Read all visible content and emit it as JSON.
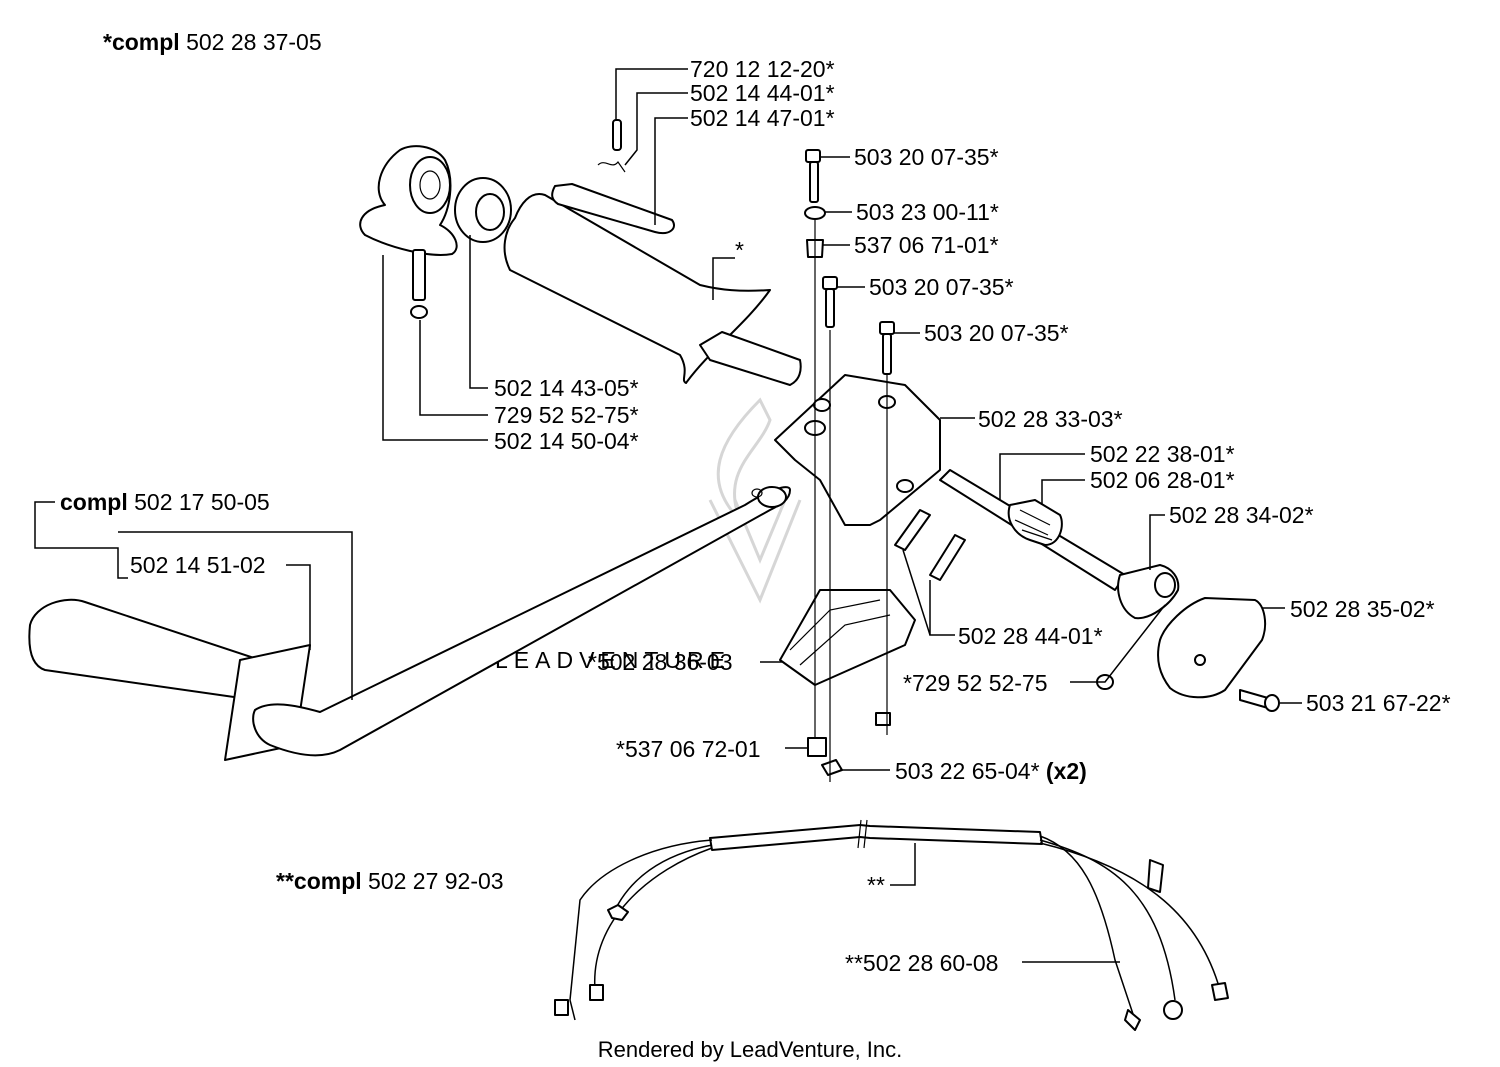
{
  "title": {
    "bold": "*compl",
    "number": "502 28 37-05"
  },
  "labels": {
    "p720_12_12_20": "720 12 12-20*",
    "p502_14_44_01": "502 14 44-01*",
    "p502_14_47_01": "502 14 47-01*",
    "p503_20_07_35_a": "503 20 07-35*",
    "p503_23_00_11": "503 23 00-11*",
    "p537_06_71_01": "537 06 71-01*",
    "p503_20_07_35_b": "503 20 07-35*",
    "p503_20_07_35_c": "503 20 07-35*",
    "star_grip": "*",
    "p502_14_43_05": "502 14 43-05*",
    "p729_52_52_75": "729 52 52-75*",
    "p502_14_50_04": "502 14 50-04*",
    "p502_28_33_03": "502 28 33-03*",
    "p502_22_38_01": "502 22 38-01*",
    "p502_06_28_01": "502 06 28-01*",
    "p502_28_34_02": "502 28 34-02*",
    "p502_28_35_02": "502 28 35-02*",
    "p502_28_44_01": "502 28 44-01*",
    "p502_28_36_03": "*502 28 36-03",
    "p729_52_52_75_b": "*729 52 52-75",
    "p503_21_67_22": "503 21 67-22*",
    "p537_06_72_01": "*537 06 72-01",
    "p503_22_65_04": "503 22 65-04*",
    "p503_22_65_04_qty": "(x2)",
    "p502_14_51_02": "502 14 51-02",
    "double_star": "**",
    "p502_28_60_08": "**502 28 60-08"
  },
  "assemblies": {
    "handle": {
      "bold": "compl",
      "number": "502 17 50-05"
    },
    "wiring": {
      "bold": "**compl",
      "number": "502 27 92-03"
    }
  },
  "watermark": "LEADVENTURE",
  "footer": "Rendered by LeadVenture, Inc."
}
